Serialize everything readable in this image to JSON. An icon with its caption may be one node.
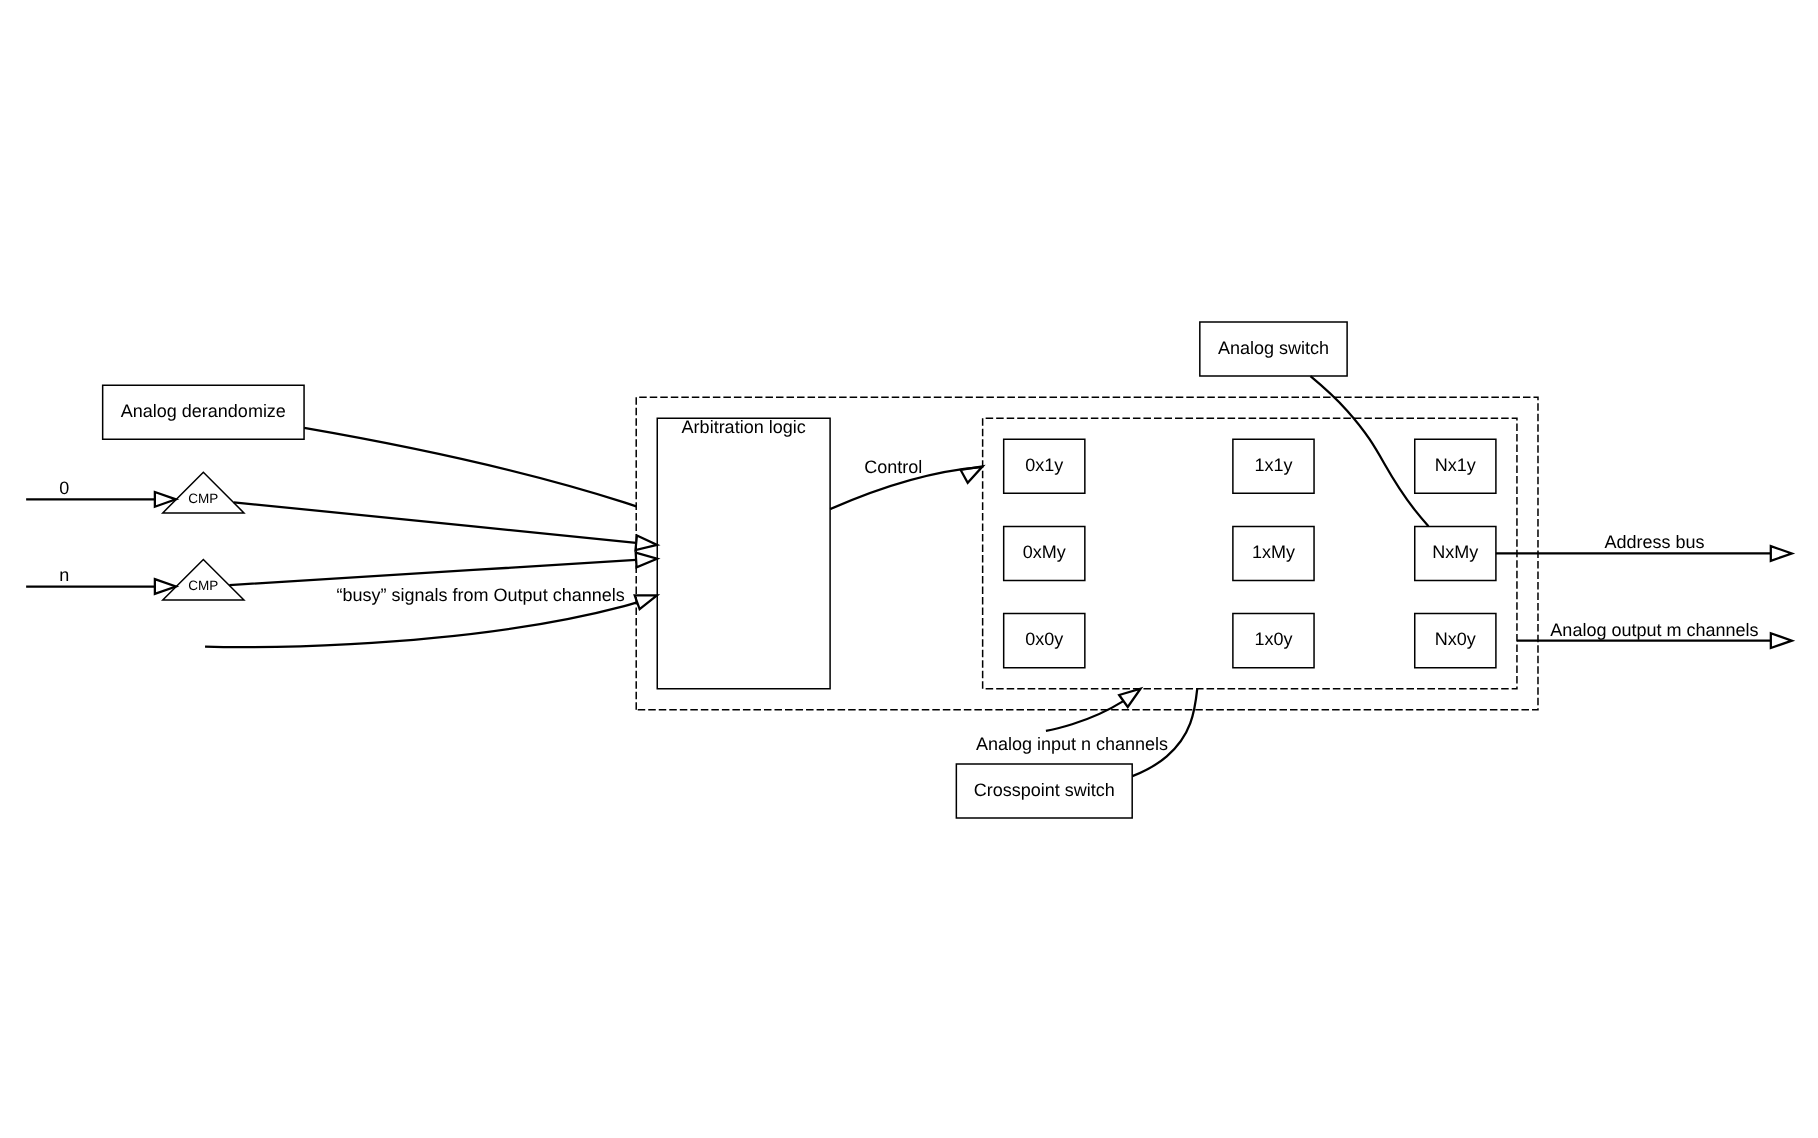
{
  "diagram": {
    "nodes": [
      {
        "text": [],
        "shape": "box"
      },
      {
        "text": [
          "Arbitration logic"
        ],
        "in": 0
      },
      {
        "text": [],
        "shape": "box",
        "in": 0
      },
      {
        "text": [
          "0x0y"
        ],
        "in": 2
      },
      {
        "text": [
          "1x0y"
        ],
        "in": 2
      },
      {
        "text": [
          "Nx0y"
        ],
        "in": 2
      },
      {
        "text": [
          "0x1y"
        ],
        "in": 2
      },
      {
        "text": [
          "1x1y"
        ],
        "in": 2
      },
      {
        "text": [
          "Nx1y"
        ],
        "in": 2
      },
      {
        "text": [
          "0xMy"
        ],
        "in": 2
      },
      {
        "text": [
          "1xMy"
        ],
        "in": 2
      },
      {
        "text": [
          "NxMy"
        ],
        "in": 2
      },
      {
        "text": [
          "Crosspoint switch"
        ]
      },
      {
        "text": [
          "Analog derandomize"
        ]
      },
      {
        "text": [
          "Analog switch"
        ]
      },
      {
        "text": [
          "CMP"
        ]
      },
      {
        "text": [
          "CMP"
        ]
      }
    ],
    "edges": [
      {
        "from": null,
        "to": 1,
        "arrow": "to",
        "label": "“busy” signals from Output channels"
      },
      {
        "from": 1,
        "to": 2,
        "arrow": "to",
        "label": "Control"
      },
      {
        "from": 2,
        "to": null,
        "arrow": "to",
        "label": "Analog output m channels"
      },
      {
        "from": 11,
        "to": null,
        "arrow": "to",
        "label": "Address bus"
      },
      {
        "from": null,
        "to": 2,
        "arrow": "to",
        "label": "Analog input n channels"
      },
      {
        "from": null,
        "to": 15,
        "arrow": "to",
        "label": "0"
      },
      {
        "from": null,
        "to": 16,
        "arrow": "to",
        "label": "n"
      },
      {
        "from": 15,
        "to": 1,
        "arrow": "to"
      },
      {
        "from": 16,
        "to": 1,
        "arrow": "to"
      },
      {
        "from": 12,
        "to": 2,
        "arrow": "none"
      },
      {
        "from": 13,
        "to": 0,
        "arrow": "none"
      },
      {
        "from": 14,
        "to": 11,
        "arrow": "none"
      }
    ]
  }
}
